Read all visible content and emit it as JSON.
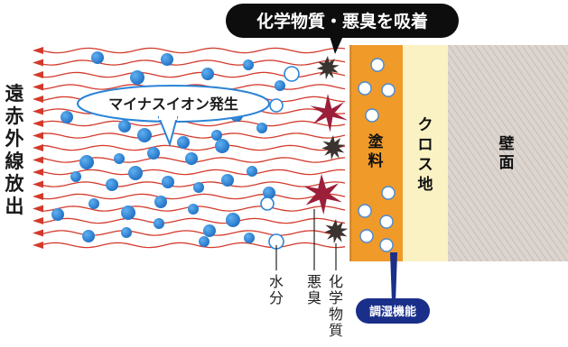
{
  "top_banner": "化学物質・悪臭を吸着",
  "ion_bubble": "マイナスイオン発生",
  "left_side_label": "遠赤外線放出",
  "layers": {
    "paint": "塗料",
    "cloth": "クロス地",
    "wall": "壁面"
  },
  "legend": {
    "water": "水分",
    "odor": "悪臭",
    "chemical": "化学物質"
  },
  "function_badge": "調湿機能",
  "colors": {
    "wave": "#d33a2c",
    "arrow": "#d33a2c",
    "ion": "#2b84d6",
    "paint_layer": "#f09a2a",
    "cloth_layer": "#fbf2c4",
    "wall_layer": "#d9d2cc",
    "banner": "#0d0d0d",
    "badge": "#1a2f8a",
    "odor": "#9c1f3a",
    "chemical": "#3b332f"
  }
}
